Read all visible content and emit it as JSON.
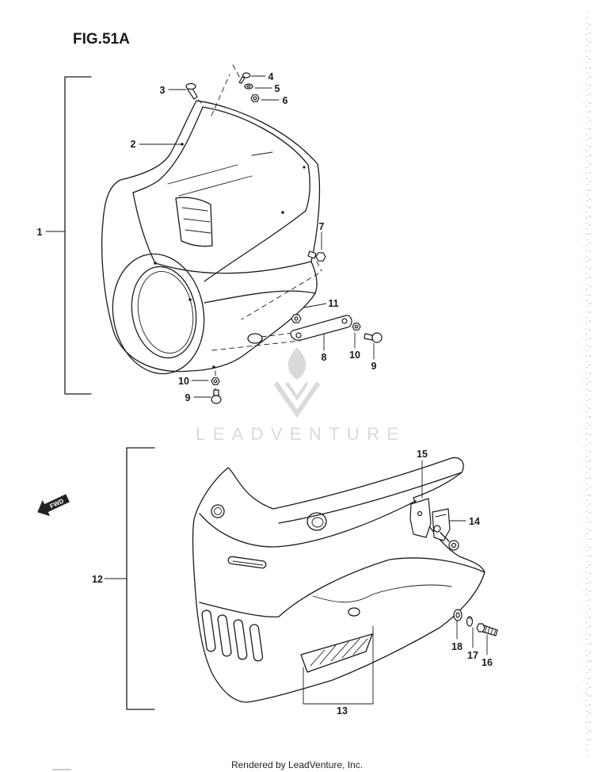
{
  "figure": {
    "title": "FIG.51A"
  },
  "callouts": {
    "upper": [
      "1",
      "2",
      "3",
      "4",
      "5",
      "6",
      "7",
      "8",
      "9",
      "10",
      "11",
      "10",
      "9"
    ],
    "lower": [
      "12",
      "13",
      "14",
      "15",
      "16",
      "17",
      "18"
    ]
  },
  "fwd_arrow": {
    "label": "FWD"
  },
  "watermark": {
    "text": "LEADVENTURE"
  },
  "footer": {
    "text": "Rendered by LeadVenture, Inc."
  },
  "colors": {
    "line": "#1a1a1a",
    "watermark": "#dadada",
    "background": "#ffffff"
  },
  "icons": [
    "fwd-arrow-icon",
    "leadventure-logo-icon"
  ]
}
